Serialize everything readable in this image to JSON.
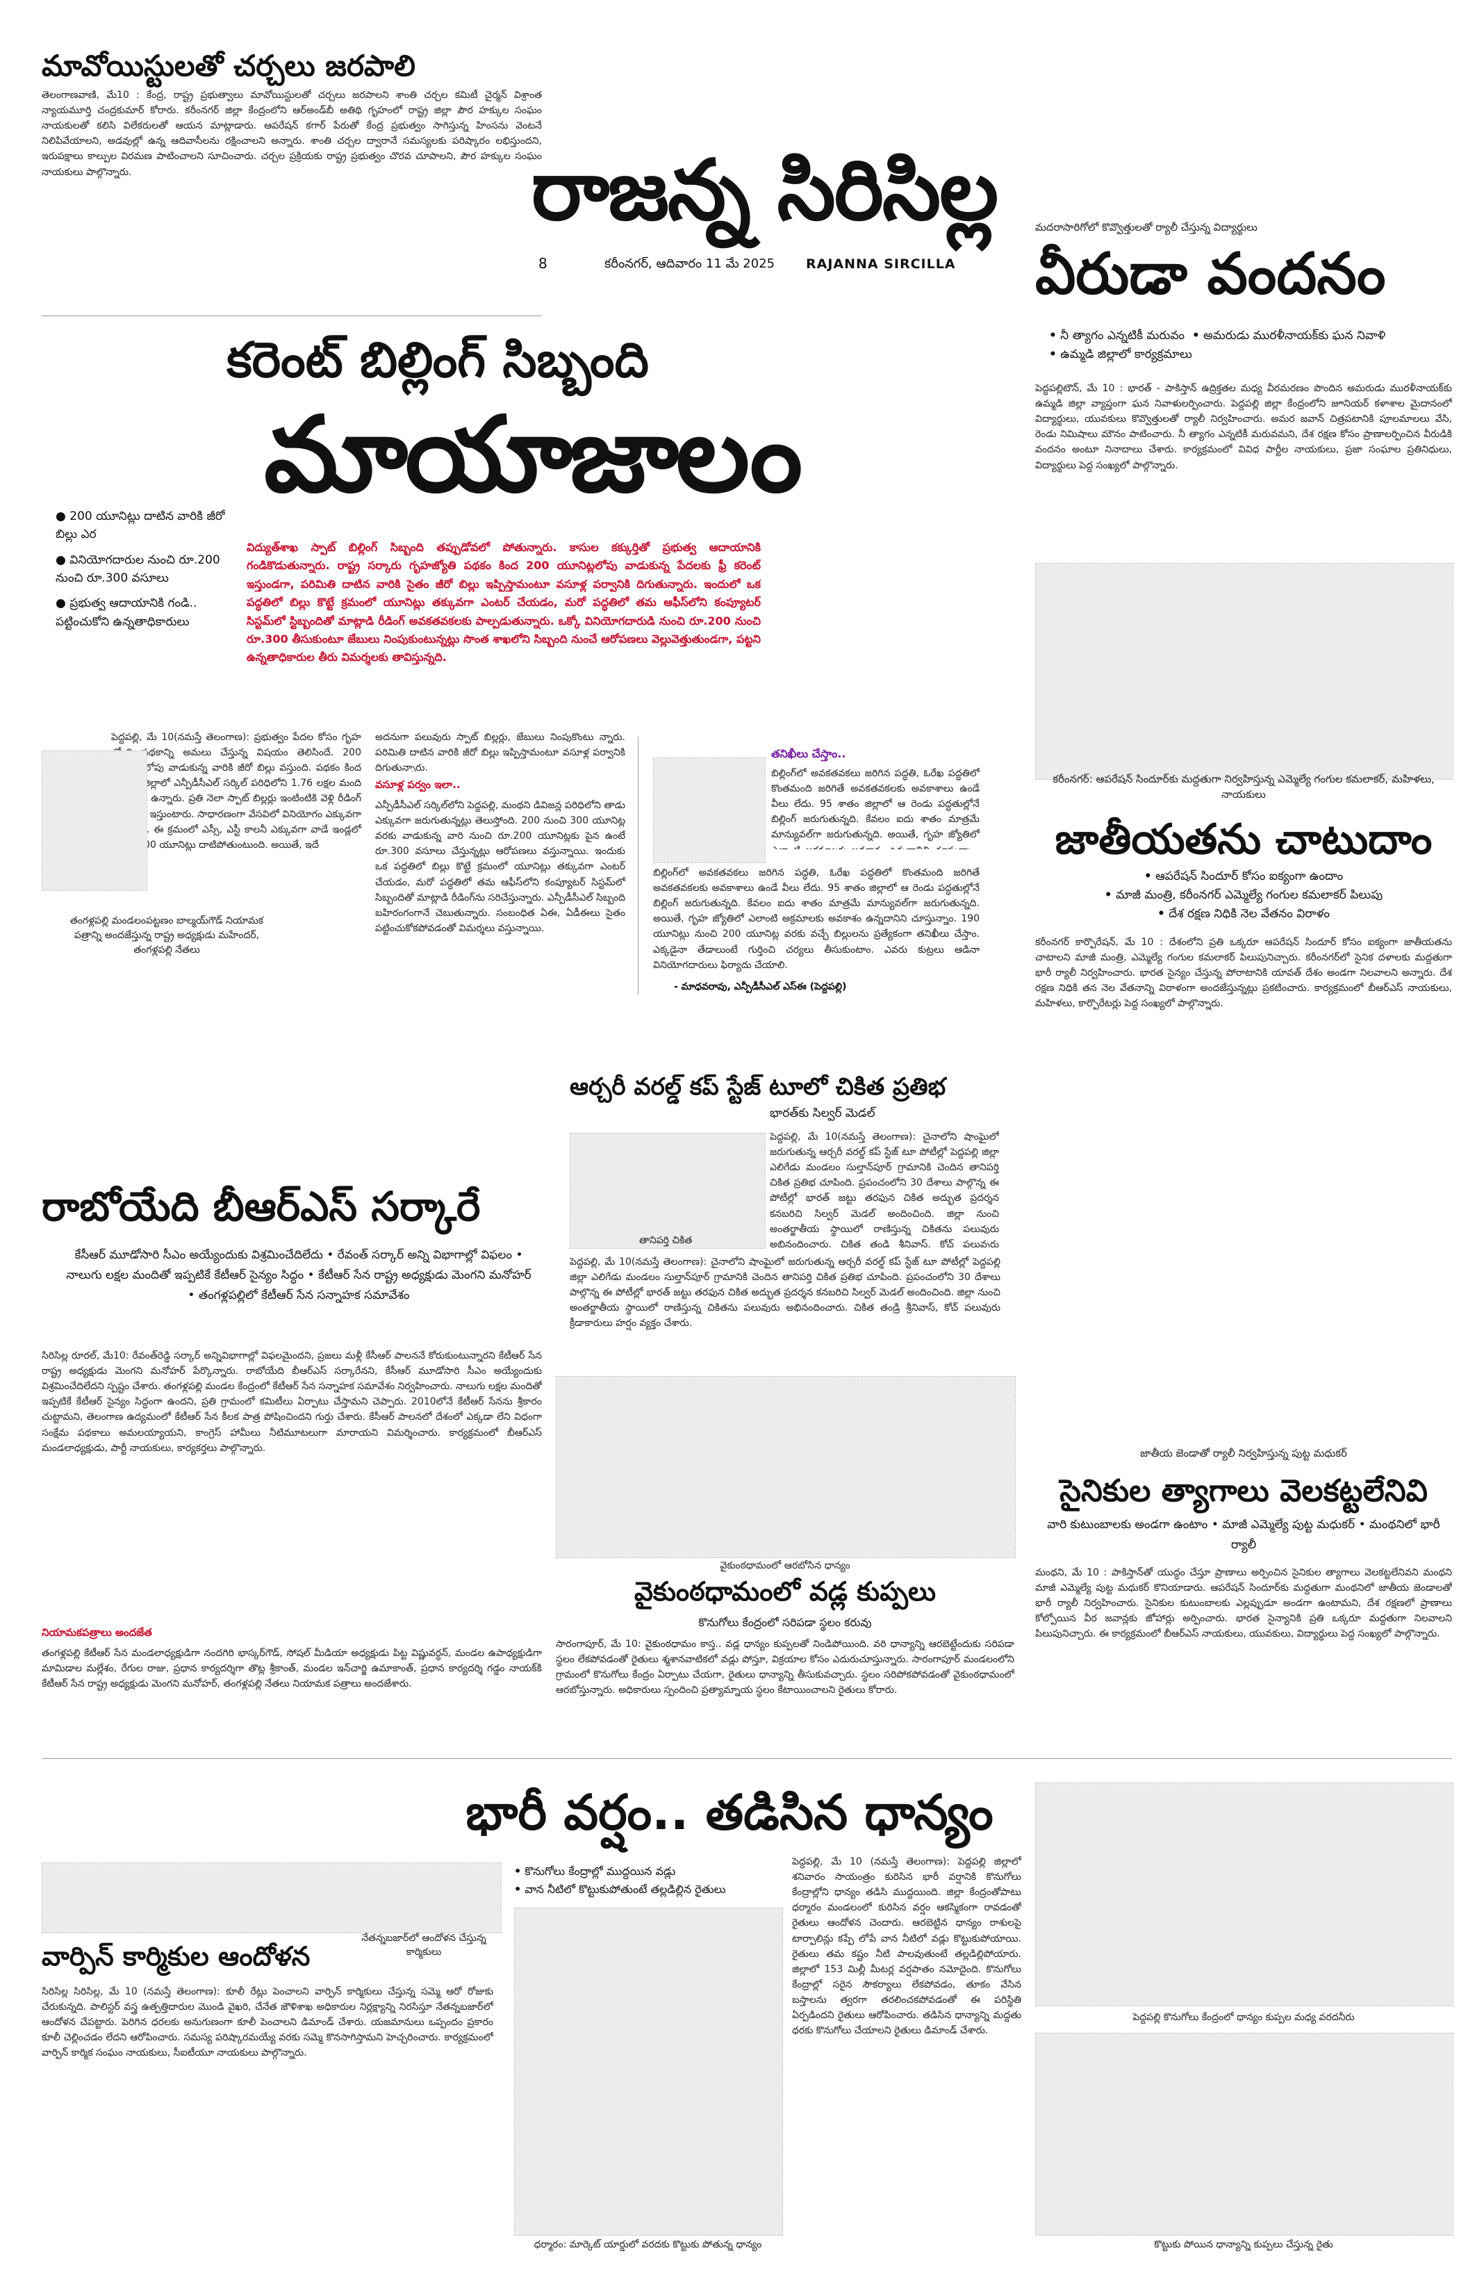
{
  "masthead": {
    "title": "రాజన్న సిరిసిల్ల",
    "page_no": "8",
    "dateline": "కరీంనగర్, ఆదివారం 11 మే 2025",
    "edition": "RAJANNA SIRCILLA"
  },
  "maoist": {
    "headline": "మావోయిస్టులతో చర్చలు జరపాలి",
    "body": "తెలంగాణవాణి, మే10 : కేంద్ర, రాష్ట్ర ప్రభుత్వాలు మావోయిస్టులతో చర్చలు జరపాలని శాంతి చర్చల కమిటీ చైర్మన్ విశ్రాంత న్యాయమూర్తి చంద్రకుమార్ కోరారు. కరీంనగర్ జిల్లా కేంద్రంలోని ఆర్అండ్‌బీ అతిథి గృహంలో రాష్ట్ర జిల్లా పౌర హక్కుల సంఘం నాయకులతో కలిసి విలేకరులతో ఆయన మాట్లాడారు. ఆపరేషన్ కగార్ పేరుతో కేంద్ర ప్రభుత్వం సాగిస్తున్న హింసను వెంటనే నిలిపివేయాలని, అడవుల్లో ఉన్న ఆదివాసీలను రక్షించాలని అన్నారు. శాంతి చర్చల ద్వారానే సమస్యలకు పరిష్కారం లభిస్తుందని, ఇరుపక్షాలు కాల్పుల విరమణ పాటించాలని సూచించారు. చర్చల ప్రక్రియకు రాష్ట్ర ప్రభుత్వం చొరవ చూపాలని, పౌర హక్కుల సంఘం నాయకులు పాల్గొన్నారు."
  },
  "current_billing": {
    "kicker_headline": "కరెంట్ బిల్లింగ్ సిబ్బంది",
    "main_headline": "మాయాజాలం",
    "bullets": [
      "200 యూనిట్లు దాటిన వారికి జీరో బిల్లు ఎర",
      "వినియోగదారుల నుంచి రూ.200 నుంచి రూ.300 వసూలు",
      "ప్రభుత్వ ఆదాయానికి గండి.. పట్టించుకోని ఉన్నతాధికారులు"
    ],
    "lead": "విద్యుత్‌శాఖ స్పాట్ బిల్లింగ్ సిబ్బంది తప్పుడోవలో పోతున్నారు. కాసుల కక్కుర్తితో ప్రభుత్వ ఆదాయానికి గండికొడుతున్నారు. రాష్ట్ర సర్కారు గృహజ్యోతి పథకం కింద 200 యూనిట్లలోపు వాడుకున్న పేదలకు ఫ్రీ కరెంట్ ఇస్తుండగా, పరిమితి దాటిన వారికి సైతం జీరో బిల్లు ఇప్పిస్తామంటూ వసూళ్ల పర్వానికి దిగుతున్నారు. ఇందులో ఒక పద్ధతిలో బిల్లు కొట్టే క్రమంలో యూనిట్లు తక్కువగా ఎంటర్ చేయడం, మరో పద్ధతిలో తమ ఆఫీస్‌లోని కంప్యూటర్ సిస్టమ్‌లో స్టిబ్బందితో మాట్లాడి రీడింగ్ అవకతవకలకు పాల్పడుతున్నారు. ఒక్కో వినియోగదారుడి నుంచి రూ.200 నుంచి రూ.300 తీసుకుంటూ జేబులు నింపుకుంటున్నట్లు సొంత శాఖలోని సిబ్బంది నుంచే ఆరోపణలు వెల్లువెత్తుతుండగా, పట్టని ఉన్నతాధికారుల తీరు విమర్శలకు తావిస్తున్నది.",
    "col1": "పెద్దపల్లి, మే 10(నమస్తే తెలంగాణ): ప్రభుత్వం పేదల కోసం గృహ జ్యోతి పథకాన్ని అమలు చేస్తున్న విషయం తెలిసిందే. 200 యూనిట్లలోపు వాడుకున్న వారికి జీరో బిల్లు వస్తుంది. పథకం కింద పెద్దపల్లి జిల్లాలో ఎన్పీడీసీఎల్ సర్కిల్ పరిధిలోని 1.76 లక్షల మంది అర్హులుగా ఉన్నారు. ప్రతి నెలా స్పాట్ బిల్లర్లు ఇంటింటికి వెళ్లి రీడింగ్ తీసి బిల్లు ఇస్తుంటారు. సాధారణంగా వేసవిలో వినియోగం ఎక్కువగా ఉంటుంది. ఈ క్రమంలో ఎస్సీ, ఎస్టీ కాలనీ ఎక్కువగా వాడే ఇండ్లలో రీడింగ్ 200 యూనిట్లు దాటిపోతుంటుంది. అయితే, ఇదే",
    "col2": "అదనుగా పలువురు స్పాట్ బిల్లర్లు, జేబులు నింపుకొంటు న్నారు. పరిమితి దాటిన వారికి జీరో బిల్లు ఇప్పిస్తామంటూ వసూళ్ల పర్వానికి దిగుతున్నారు.",
    "col2_sub": "వసూళ్ల పర్వం ఇలా..",
    "col2b": "ఎన్పీడీసీఎల్ సర్కిల్‌లోని పెద్దపల్లి, మంథని డివిజన్ల పరిధిలోని తాడు ఎక్కువగా జరుగుతున్నట్లు తెలుస్తోంది. 200 నుంచి 300 యూనిట్ల వరకు వాడుకున్న వారి నుంచి రూ.200 యూనిట్లకు పైన ఉంటే రూ.300 వసూలు చేస్తున్నట్లు ఆరోపణలు వస్తున్నాయి. ఇందుకు ఒక పద్ధతిలో బిల్లు కొట్టే క్రమంలో యూనిట్లు తక్కువగా ఎంటర్ చేయడం, మరో పద్ధతిలో తమ ఆఫీస్‌లోని కంప్యూటర్ సిస్టమ్‌లో సిబ్బందితో మాట్లాడి రీడింగ్‌ను సరిచేస్తున్నారు. ఎన్పీడీసీఎల్ సిబ్బంది బహిరంగంగానే చెబుతున్నారు. సంబంధిత ఏఈ, ఏడీఈలు సైతం పట్టించుకోకపోవడంతో విమర్శలు వస్తున్నాయి.",
    "sidebar_title": "తనిఖీలు చేస్తాం..",
    "sidebar": "బిల్లింగ్‌లో అవకతవకలు జరిగిన పద్ధతి, ఓరేఖ పద్ధతిలో కొంతమంది జరిగితే అవకతవకలకు అవకాశాలు ఉండే వీలు లేదు. 95 శాతం జిల్లాలో ఆ రెండు పద్ధతుల్లోనే బిల్లింగ్ జరుగుతున్నది. కేవలం ఐదు శాతం మాత్రమే మాన్యువల్‌గా జరుగుతున్నది. అయితే, గృహ జ్యోతిలో ఎలాంటి అక్రమాలకు అవకాశం ఉన్నదానిని చూస్తున్నాం. 190 యూనిట్లు నుంచి 200 యూనిట్ల వరకు వచ్చే బిల్లులను ప్రత్యేకంగా తనిఖీలు చేస్తాం. ఎక్కడైనా తేడాలుంటే గుర్తించి చర్యలు తీసుకుంటాం. ఎవరు కుట్రలు ఆడినా వినియోగదారులు ఫిర్యాదు చేయాలి.",
    "sidebar_sig": "- మాధవరావు, ఎన్పీడీసీఎల్ ఎస్ఈ (పెద్దపల్లి)",
    "photo_caption": "తంగళ్లపల్లి మండలంపట్టణం బాల్మయ్‌గౌడ్ నియామక పత్రాన్ని అందజేస్తున్న రాష్ట్ర అధ్యక్షుడు మహేందర్, తంగళ్లపల్లి నేతలు"
  },
  "veeruda": {
    "kicker": "మదరాసారిగోలో కొవ్వొత్తులతో ర్యాలీ చేస్తున్న విద్యార్థులు",
    "headline": "వీరుడా వందనం",
    "bullets": [
      "నీ త్యాగం ఎన్నటికీ మరువం",
      "అమరుడు మురళీనాయక్‌కు ఘన నివాళి",
      "ఉమ్మడి జిల్లాలో కార్యక్రమాలు"
    ],
    "body": "పెద్దపల్లిటౌన్, మే 10 : భారత్‌ - పాకిస్తాన్ ఉద్రిక్తతల మధ్య వీరమరణం పొందిన అమరుడు మురళీనాయక్‌కు ఉమ్మడి జిల్లా వ్యాప్తంగా ఘన నివాళులర్పించారు. పెద్దపల్లి జిల్లా కేంద్రంలోని జూనియర్ కళాశాల మైదానంలో విద్యార్థులు, యువకులు కొవ్వొత్తులతో ర్యాలీ నిర్వహించారు. అమర జవాన్ చిత్రపటానికి పూలమాలలు వేసి, రెండు నిమిషాలు మౌనం పాటించారు. నీ త్యాగం ఎన్నటికీ మరువమని, దేశ రక్షణ కోసం ప్రాణాలర్పించిన వీరుడికి వందనం అంటూ నినాదాలు చేశారు. కార్యక్రమంలో వివిధ పార్టీల నాయకులు, ప్రజా సంఘాల ప్రతినిధులు, విద్యార్థులు పెద్ద సంఖ్యలో పాల్గొన్నారు."
  },
  "jaatheeyata": {
    "kicker": "కరీంనగర్: ఆపరేషన్ సిందూర్‌కు మద్దతుగా నిర్వహిస్తున్న ఎమ్మెల్యే గంగుల కమలాకర్, మహిళలు, నాయకులు",
    "headline": "జాతీయతను చాటుదాం",
    "bullets": [
      "ఆపరేషన్ సిందూర్ కోసం ఐక్యంగా ఉందాం",
      "మాజీ మంత్రి, కరీంనగర్ ఎమ్మెల్యే గంగుల కమలాకర్ పిలుపు",
      "దేశ రక్షణ నిధికి నెల వేతనం విరాళం"
    ],
    "body": "కరీంనగర్ కార్పొరేషన్, మే 10 : దేశంలోని ప్రతి ఒక్కరూ ఆపరేషన్ సిందూర్ కోసం ఐక్యంగా జాతీయతను చాటాలని మాజీ మంత్రి, ఎమ్మెల్యే గంగుల కమలాకర్ పిలుపునిచ్చారు. కరీంనగర్‌లో సైనిక దళాలకు మద్దతుగా భారీ ర్యాలీ నిర్వహించారు. భారత సైన్యం చేస్తున్న పోరాటానికి యావత్ దేశం అండగా నిలవాలని అన్నారు. దేశ రక్షణ నిధికి తన నెల వేతనాన్ని విరాళంగా అందజేస్తున్నట్లు ప్రకటించారు. కార్యక్రమంలో బీఆర్ఎస్ నాయకులు, మహిళలు, కార్పొరేటర్లు పెద్ద సంఖ్యలో పాల్గొన్నారు."
  },
  "archery": {
    "headline": "ఆర్చరీ వరల్డ్ కప్ స్టేజ్ టూలో చికిత ప్రతిభ",
    "sub": "భారత్‌కు సిల్వర్ మెడల్",
    "photo_caption": "తానిపర్తి చికిత",
    "body": "పెద్దపల్లి, మే 10(నమస్తే తెలంగాణ): చైనాలోని షాంఘైలో జరుగుతున్న ఆర్చరీ వరల్డ్ కప్ స్టేజ్ టూ పోటీల్లో పెద్దపల్లి జిల్లా ఎలిగేడు మండలం సుల్తాన్‌పూర్ గ్రామానికి చెందిన తానిపర్తి చికిత ప్రతిభ చూపింది. ప్రపంచంలోని 30 దేశాలు పాల్గొన్న ఈ పోటీల్లో భారత్ జట్టు తరఫున చికిత అద్భుత ప్రదర్శన కనబరిచి సిల్వర్ మెడల్ అందించింది. జిల్లా నుంచి అంతర్జాతీయ స్థాయిలో రాణిస్తున్న చికితను పలువురు అభినందించారు. చికిత తండ్రి శ్రీనివాస్, కోచ్ పలువురు క్రీడాకారులు హర్షం వ్యక్తం చేశారు."
  },
  "raboyedi": {
    "headline": "రాబోయేది బీఆర్ఎస్ సర్కారే",
    "bullets": "కేసీఆర్ మూడోసారి సీఎం అయ్యేందుకు విశ్రమించేదిలేదు • రేవంత్ సర్కార్ అన్ని విభాగాల్లో విఫలం • నాలుగు లక్షల మందితో ఇప్పటికే కేటీఆర్ సైన్యం సిద్ధం • కేటీఆర్ సేన రాష్ట్ర అధ్యక్షుడు మెంగని మనోహర్ • తంగళ్లపల్లిలో కేటీఆర్ సేన సన్నాహక సమావేశం",
    "body": "సిరిసిల్ల రూరల్, మే10: రేవంత్‌రెడ్డి సర్కార్ అన్నివిభాగాల్లో విఫలమైందని, ప్రజలు మళ్లీ కేసీఆర్ పాలననే కోరుకుంటున్నారని కేటీఆర్ సేన రాష్ట్ర అధ్యక్షుడు మెంగని మనోహర్ పేర్కొన్నారు. రాబోయేది బీఆర్ఎస్ సర్కారేనని, కేసీఆర్ మూడోసారి సీఎం అయ్యేందుకు విశ్రమించేదిలేదని స్పష్టం చేశారు. తంగళ్లపల్లి మండల కేంద్రంలో కేటీఆర్ సేన సన్నాహక సమావేశం నిర్వహించారు. నాలుగు లక్షల మందితో ఇప్పటికే కేటీఆర్ సైన్యం సిద్ధంగా ఉందని, ప్రతి గ్రామంలో కమిటీలు ఏర్పాటు చేస్తామని చెప్పారు. 2010లోనే కేటీఆర్ సేనను శ్రీకారం చుట్టామని, తెలంగాణ ఉద్యమంలో కేటీఆర్ సేన కీలక పాత్ర పోషించిందని గుర్తు చేశారు. కేసీఆర్ పాలనలో దేశంలో ఎక్కడా లేని విధంగా సంక్షేమ పథకాలు అమలయ్యాయని, కాంగ్రెస్ హామీలు నీటిమూటలుగా మారాయని విమర్శించారు. కార్యక్రమంలో బీఆర్ఎస్ మండలాధ్యక్షుడు, పార్టీ నాయకులు, కార్యకర్తలు పాల్గొన్నారు.",
    "sub": "నియామకపత్రాలు అందజేత",
    "body2": "తంగళ్లపల్లి కేటీఆర్ సేన మండలాధ్యక్షుడిగా నందగిరి భాస్కర్‌గౌడ్, సోషల్ మీడియా అధ్యక్షుడు పిట్ట విష్ణువర్ధన్, మండల ఉపాధ్యక్షుడిగా మామిడాల మల్లేశం, రేగుల రాజు, ప్రధాన కార్యదర్శిగా తొట్ల శ్రీకాంత్, మండల ఇన్‌చార్జి ఉమాకాంత్, ప్రధాన కార్యదర్శి గడ్డం నాయక్‌కి కేటీఆర్ సేన రాష్ట్ర అధ్యక్షుడు మెంగని మనోహర్, తంగళ్లపల్లి నేతలు నియామక పత్రాలు అందజేశారు."
  },
  "sainikula": {
    "kicker": "జాతీయ జెండాతో ర్యాలీ నిర్వహిస్తున్న పుట్ట మధుకర్",
    "headline": "సైనికుల త్యాగాలు వెలకట్టలేనివి",
    "bullets": "వారి కుటుంబాలకు అండగా ఉంటాం • మాజీ ఎమ్మెల్యే పుట్ట మధుకర్ • మంథనిలో భారీ ర్యాలీ",
    "body": "మంథని, మే 10 : పాకిస్తాన్‌తో యుద్ధం చేస్తూ ప్రాణాలు అర్పించిన సైనికుల త్యాగాలు వెలకట్టలేనివని మంథని మాజీ ఎమ్మెల్యే పుట్ట మధుకర్ కొనియాడారు. ఆపరేషన్ సిందూర్‌కు మద్దతుగా మంథనిలో జాతీయ జెండాలతో భారీ ర్యాలీ నిర్వహించారు. సైనికుల కుటుంబాలకు ఎల్లప్పుడూ అండగా ఉంటామని, దేశ రక్షణలో ప్రాణాలు కోల్పోయిన వీర జవాన్లకు జోహార్లు అర్పించారు. భారత సైన్యానికి ప్రతి ఒక్కరూ మద్దతుగా నిలవాలని పిలుపునిచ్చారు. ఈ కార్యక్రమంలో బీఆర్ఎస్ నాయకులు, యువకులు, విద్యార్థులు పెద్ద సంఖ్యలో పాల్గొన్నారు."
  },
  "vaikuntham": {
    "kicker": "వైకుంఠధామంలో ఆరబోసిన ధాన్యం",
    "headline": "వైకుంఠధామంలో వడ్ల కుప్పలు",
    "sub": "కొనుగోలు కేంద్రంలో సరిపడా స్థలం కరువు",
    "body": "సారంగాపూర్, మే 10: వైకుంఠధామం కాస్త.. వడ్ల ధాన్యం కుప్పలతో నిండిపోయింది. వరి ధాన్యాన్ని ఆరబెట్టేందుకు సరిపడా స్థలం లేకపోవడంతో రైతులు శ్మశానవాటికలో వడ్లు పోస్తూ, విక్రయాల కోసం ఎదురుచూస్తున్నారు. సారంగాపూర్ మండలంలోని గ్రామంలో కొనుగోలు కేంద్రం ఏర్పాటు చేయగా, రైతులు ధాన్యాన్ని తీసుకువచ్చారు. స్థలం సరిపోకపోవడంతో వైకుంఠధామంలో ఆరబోస్తున్నారు. అధికారులు స్పందించి ప్రత్యామ్నాయ స్థలం కేటాయించాలని రైతులు కోరారు."
  },
  "rain": {
    "headline": "భారీ వర్షం.. తడిసిన ధాన్యం",
    "bullets": [
      "కొనుగోలు కేంద్రాల్లో ముద్దయిన వడ్లు",
      "వాన నీటిలో కొట్టుకుపోతుంటే తల్లడిల్లిన రైతులు"
    ],
    "body": "పెద్దపల్లి, మే 10 (నమస్తే తెలంగాణ): పెద్దపల్లి జిల్లాలో శనివారం సాయంత్రం కురిసిన భారీ వర్షానికి కొనుగోలు కేంద్రాల్లోని ధాన్యం తడిసి ముద్దయింది. జిల్లా కేంద్రంతోపాటు ధర్మారం మండలంలో కురిసిన వర్షం ఆకస్మికంగా రావడంతో రైతులు ఆందోళన చెందారు. ఆరబెట్టిన ధాన్యం రాశులపై టార్పాలిన్లు కప్పే లోపే వాన నీటిలో వడ్లు కొట్టుకుపోయాయి. రైతులు తమ కష్టం నీటి పాలవుతుంటే తల్లడిల్లిపోయారు. జిల్లాలో 153 మిల్లీ మీటర్ల వర్షపాతం నమోదైంది. కొనుగోలు కేంద్రాల్లో సరైన సౌకర్యాలు లేకపోవడం, తూకం వేసిన బస్తాలను త్వరగా తరలించకపోవడంతో ఈ పరిస్థితి ఏర్పడిందని రైతులు ఆరోపించారు. తడిసిన ధాన్యాన్ని మద్దతు ధరకు కొనుగోలు చేయాలని రైతులు డిమాండ్ చేశారు.",
    "photo1_caption": "పెద్దపల్లి కొనుగోలు కేంద్రంలో ధాన్యం కుప్పల మధ్య వరదనీరు",
    "photo2_caption": "ధర్మారం: మార్కెట్ యార్డులో వరదకు కొట్టుకు పోతున్న ధాన్యం",
    "photo3_caption": "కొట్టుకు పోయిన ధాన్యాన్ని కుప్పలు చేస్తున్న రైతు"
  },
  "warping": {
    "headline": "వార్పిన్ కార్మికుల ఆందోళన",
    "photo_caption": "నేతన్నబజార్‌లో ఆందోళన చేస్తున్న కార్మికులు",
    "body": "సిరిసిల్ల సిరిసిల్ల, మే 10 (నమస్తే తెలంగాణ): కూలీ రేట్లు పెంచాలని వార్పిన్ కార్మికులు చేస్తున్న సమ్మె ఆరో రోజుకు చేరుకున్నది. పాలిస్టర్ వస్త్ర ఉత్పత్తిదారుల మొండి వైఖరి, చేనేత జౌళిశాఖ అధికారుల నిర్లక్ష్యాన్ని నిరసిస్తూ నేతన్నబజార్‌లో ఆందోళన చేపట్టారు. పెరిగిన ధరలకు అనుగుణంగా కూలీ పెంచాలని డిమాండ్ చేశారు. యజమానులు ఒప్పందం ప్రకారం కూలీ చెల్లించడం లేదని ఆరోపించారు. సమస్య పరిష్కారమయ్యే వరకు సమ్మె కొనసాగిస్తామని హెచ్చరించారు. కార్యక్రమంలో వార్పిన్ కార్మిక సంఘం నాయకులు, సీఐటీయూ నాయకులు పాల్గొన్నారు."
  }
}
